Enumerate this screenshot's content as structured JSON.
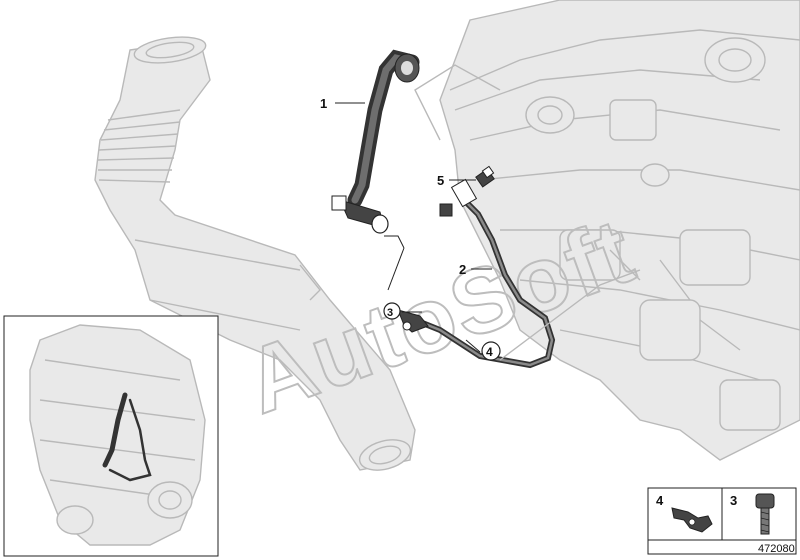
{
  "callouts": [
    {
      "key": "part-1",
      "label": "1"
    },
    {
      "key": "part-2",
      "label": "2"
    },
    {
      "key": "part-3",
      "label": "3"
    },
    {
      "key": "part-4",
      "label": "4"
    },
    {
      "key": "part-5",
      "label": "5"
    }
  ],
  "legend": {
    "item_4": "4",
    "item_3": "3"
  },
  "diagram_id": "472080",
  "watermark": "AutoSoft",
  "colors": {
    "engine_fill": "#e9e9e9",
    "engine_line": "#b9b9b9",
    "hose_dark": "#333333",
    "hose_mid": "#6e6e6e",
    "text": "#111111"
  }
}
